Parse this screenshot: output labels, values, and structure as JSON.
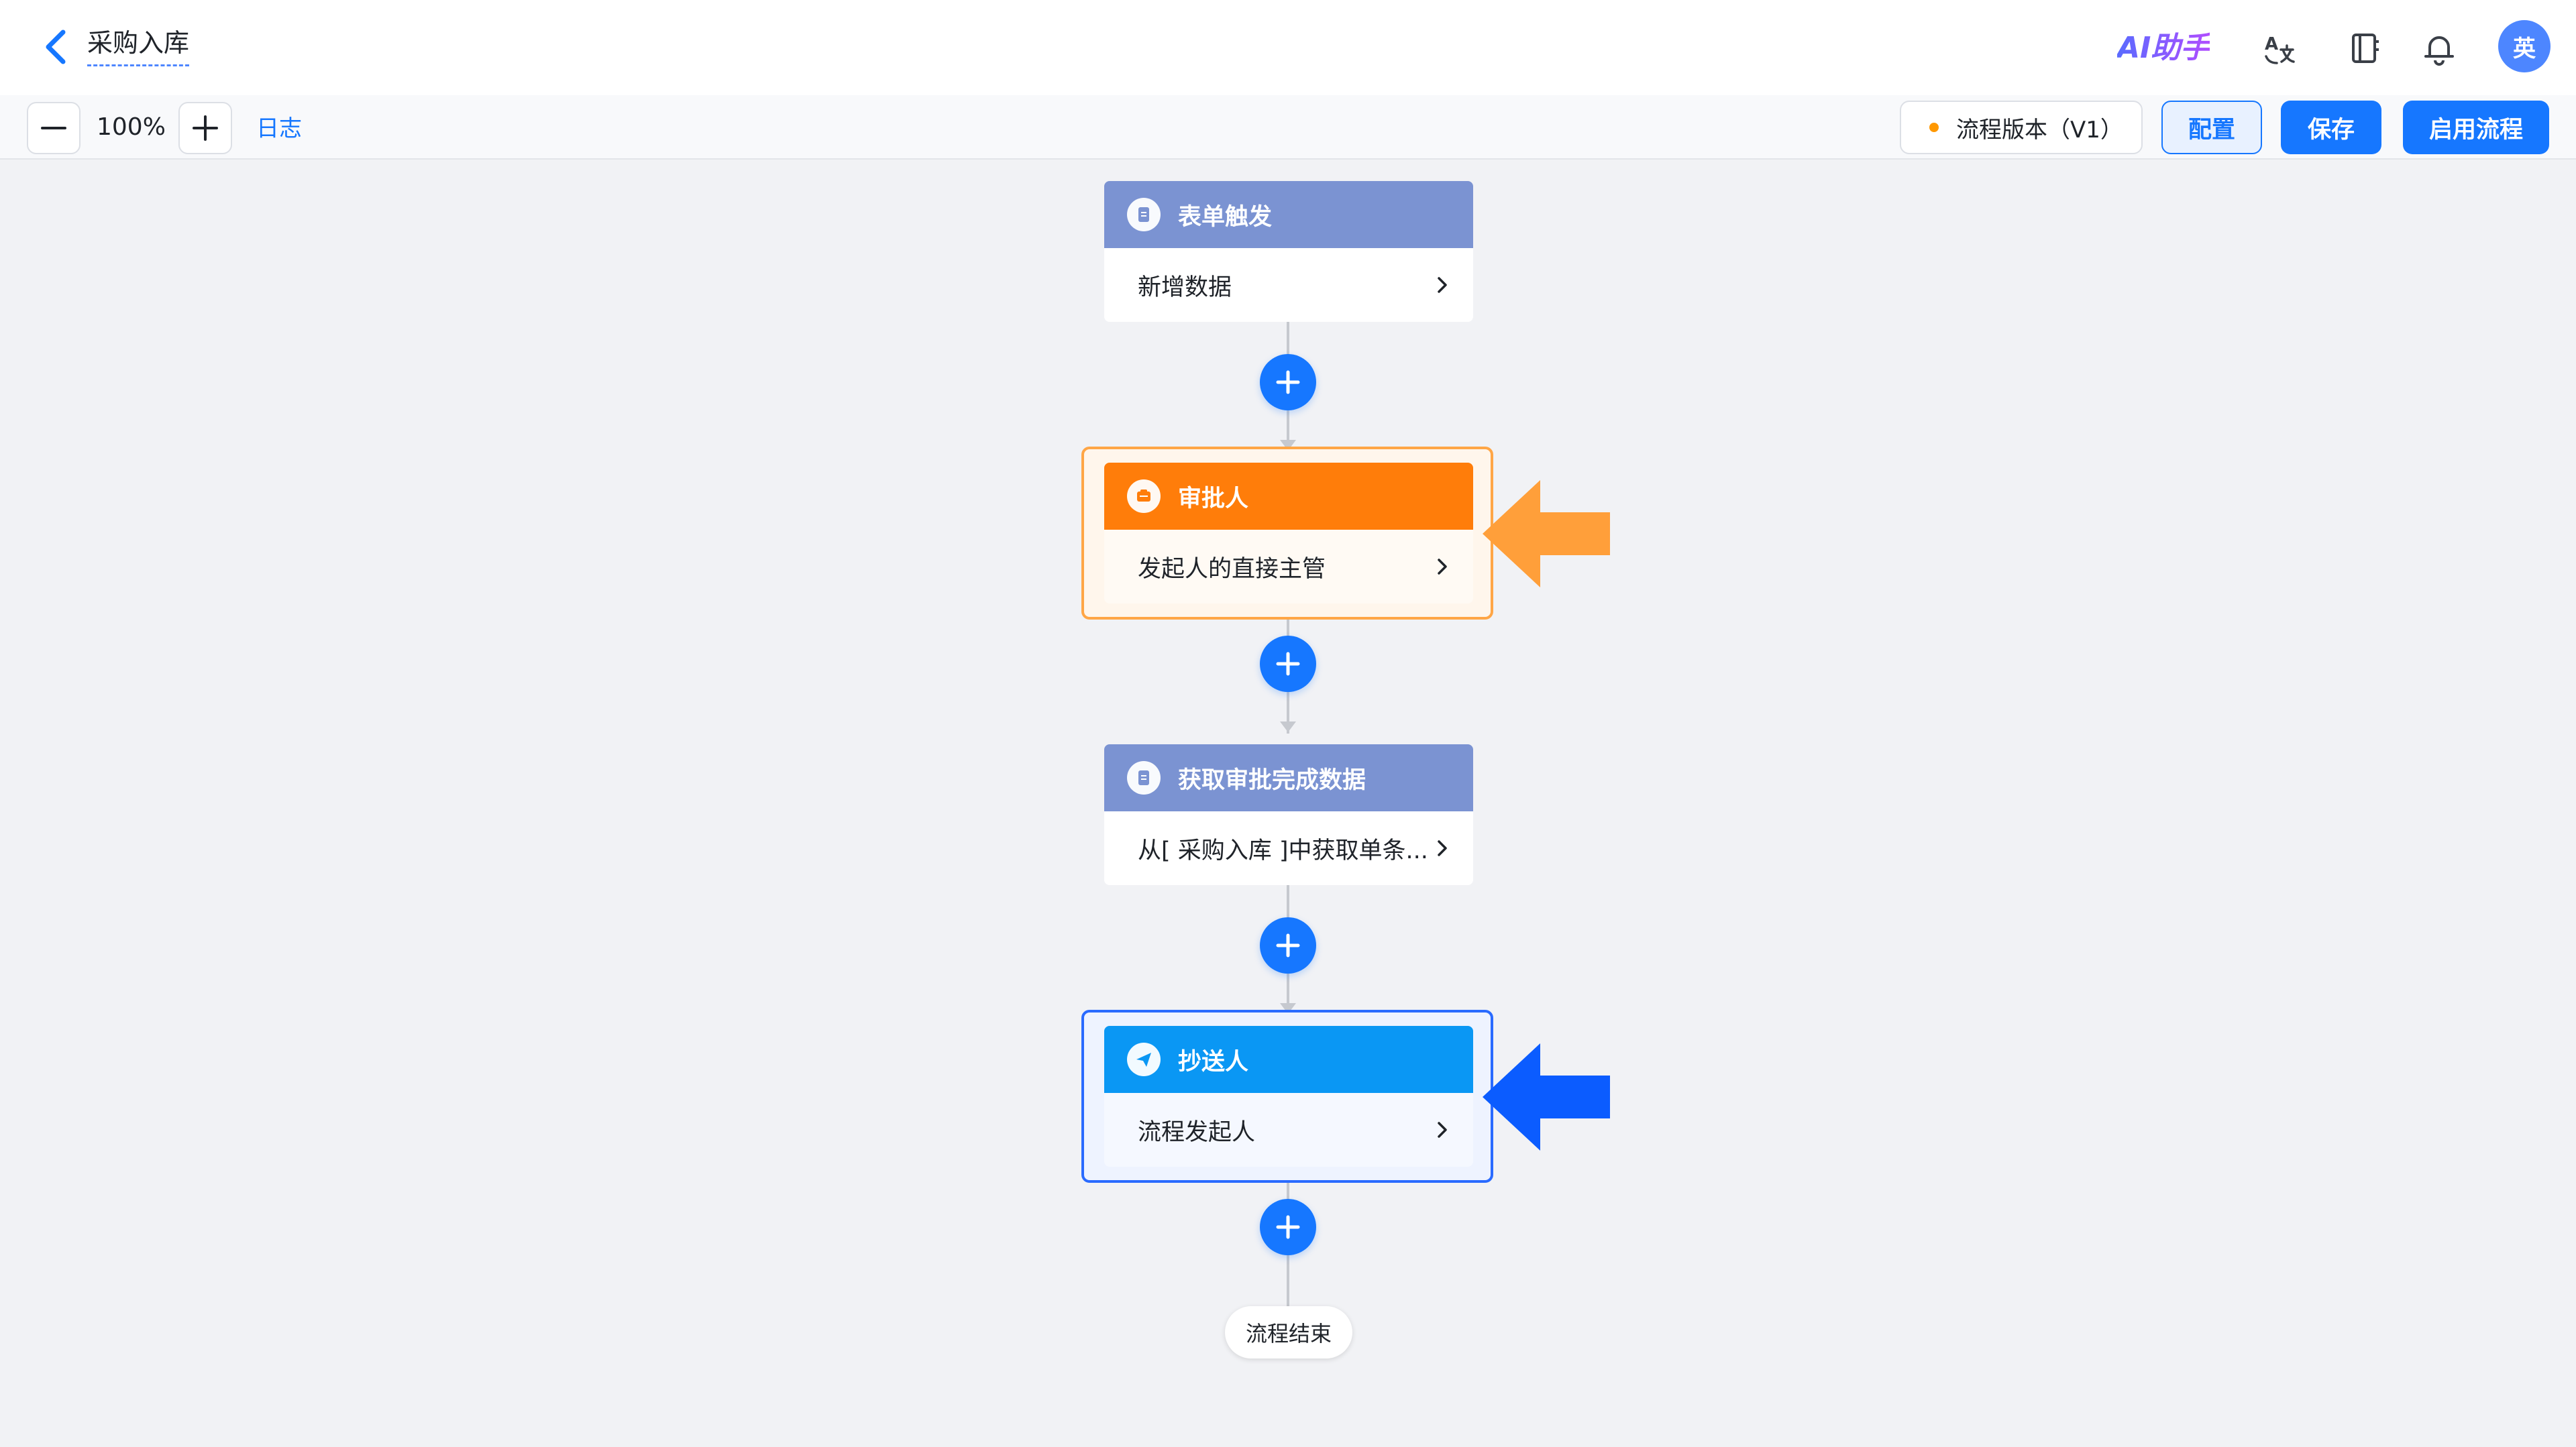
{
  "header": {
    "title": "采购入库",
    "ai_brand": "AI助手",
    "avatar_text": "英",
    "icons": [
      "back-chevron-icon",
      "translate-icon",
      "book-icon",
      "bell-icon"
    ]
  },
  "toolbar": {
    "zoom_value": "100%",
    "log_label": "日志",
    "version_label": "流程版本（V1）",
    "version_dot_color": "#ff9800",
    "config_label": "配置",
    "save_label": "保存",
    "enable_label": "启用流程"
  },
  "flow": {
    "nodes": [
      {
        "title": "表单触发",
        "detail": "新增数据",
        "color": "#7b93d2",
        "icon": "document-icon"
      },
      {
        "title": "审批人",
        "detail": "发起人的直接主管",
        "color": "#ff7d0a",
        "icon": "approval-stamp-icon",
        "highlighted": true,
        "highlight_color": "#ffa646"
      },
      {
        "title": "获取审批完成数据",
        "detail": "从[ 采购入库 ]中获取单条...",
        "color": "#7b93d2",
        "icon": "document-icon"
      },
      {
        "title": "抄送人",
        "detail": "流程发起人",
        "color": "#0a97f4",
        "icon": "send-plane-icon",
        "highlighted": true,
        "highlight_color": "#2a6bff"
      }
    ],
    "end_label": "流程结束",
    "accent_color": "#1677ff"
  },
  "annotations": {
    "orange_arrow_color": "#ff9f3a",
    "blue_arrow_color": "#0b5cff"
  }
}
